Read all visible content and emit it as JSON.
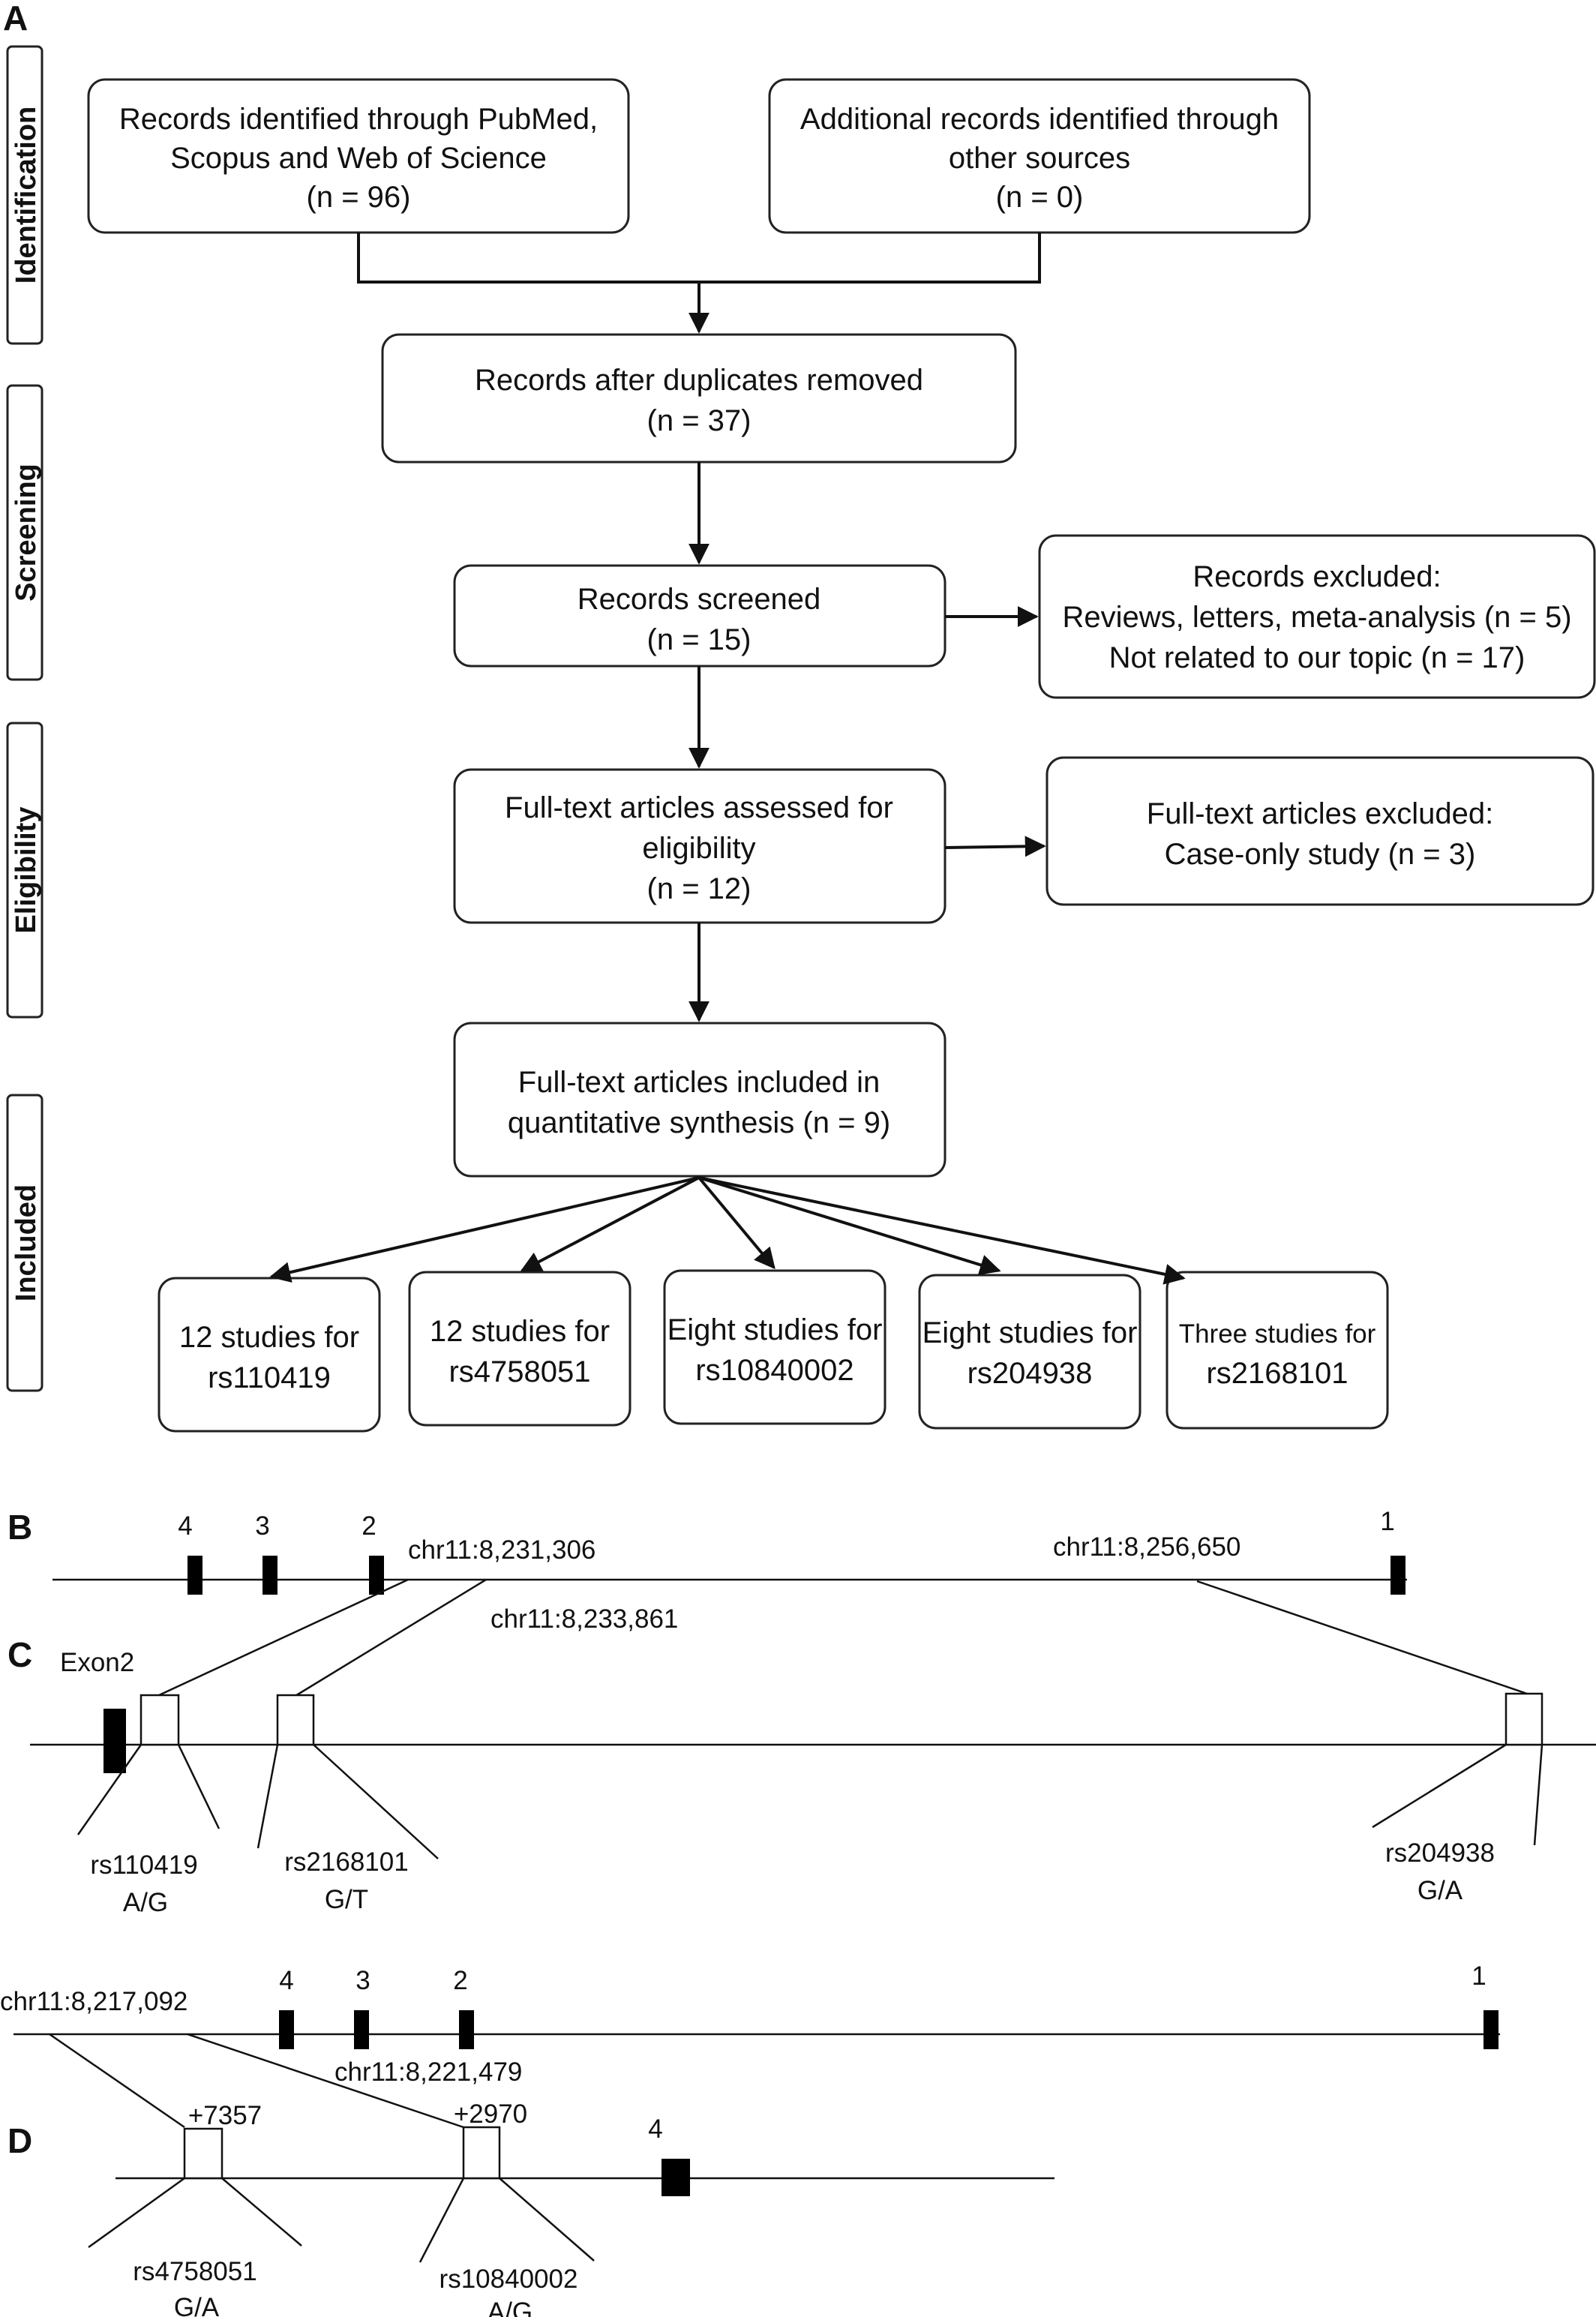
{
  "panels": {
    "a": "A",
    "b": "B",
    "c": "C",
    "d": "D"
  },
  "stages": {
    "identification": "Identification",
    "screening": "Screening",
    "eligibility": "Eligibility",
    "included": "Included"
  },
  "boxes": {
    "pubmed": [
      "Records identified through PubMed,",
      "Scopus and Web of Science",
      "(n = 96)"
    ],
    "other": [
      "Additional records identified through",
      "other sources",
      "(n = 0)"
    ],
    "dedup": [
      "Records after duplicates removed",
      "(n = 37)"
    ],
    "screened": [
      "Records screened",
      "(n = 15)"
    ],
    "excluded": [
      "Records excluded:",
      "Reviews, letters, meta-analysis (n = 5)",
      "Not related to our topic (n = 17)"
    ],
    "fulltext": [
      "Full-text articles assessed for",
      "eligibility",
      "(n = 12)"
    ],
    "fulltext_excluded": [
      "Full-text articles excluded:",
      "Case-only study (n = 3)"
    ],
    "included": [
      "Full-text articles included in",
      "quantitative synthesis (n = 9)"
    ]
  },
  "studies": [
    [
      "12 studies for",
      "rs110419"
    ],
    [
      "12 studies for",
      "rs4758051"
    ],
    [
      "Eight studies for",
      "rs10840002"
    ],
    [
      "Eight studies for",
      "rs204938"
    ],
    [
      "Three studies for",
      "rs2168101"
    ]
  ],
  "gene_b": {
    "exons": [
      "4",
      "3",
      "2",
      "1"
    ],
    "coords": [
      "chr11:8,231,306",
      "chr11:8,233,861",
      "chr11:8,256,650"
    ]
  },
  "gene_c": {
    "exon_label": "Exon2",
    "snps": [
      {
        "id": "rs110419",
        "allele": "A/G"
      },
      {
        "id": "rs2168101",
        "allele": "G/T"
      },
      {
        "id": "rs204938",
        "allele": "G/A"
      }
    ]
  },
  "gene_d_top": {
    "exons": [
      "4",
      "3",
      "2",
      "1"
    ],
    "coords": [
      "chr11:8,217,092",
      "chr11:8,221,479"
    ]
  },
  "gene_d": {
    "positions": [
      "+7357",
      "+2970"
    ],
    "exon": "4",
    "snps": [
      {
        "id": "rs4758051",
        "allele": "G/A"
      },
      {
        "id": "rs10840002",
        "allele": "A/G"
      }
    ]
  }
}
